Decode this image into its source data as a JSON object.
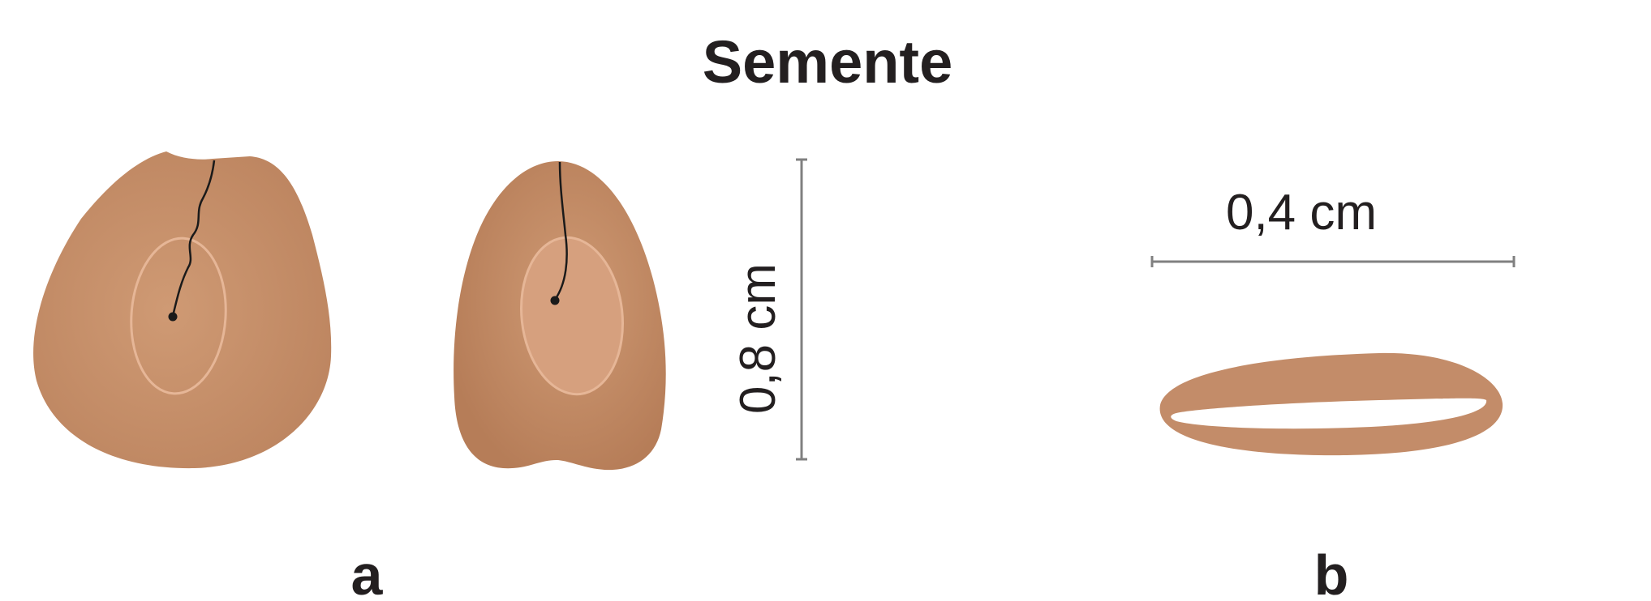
{
  "title": "Semente",
  "panels": {
    "a": {
      "label": "a",
      "measurement": "0,8 cm"
    },
    "b": {
      "label": "b",
      "measurement": "0,4 cm"
    }
  },
  "colors": {
    "seed_fill": "#c8906a",
    "seed_dark": "#b27c58",
    "embryo_outline": "#e8b898",
    "embryo_fill": "#d6a280",
    "scale_line": "#808080",
    "raphe_line": "#1a1a1a",
    "text": "#231f20",
    "background": "#ffffff"
  }
}
